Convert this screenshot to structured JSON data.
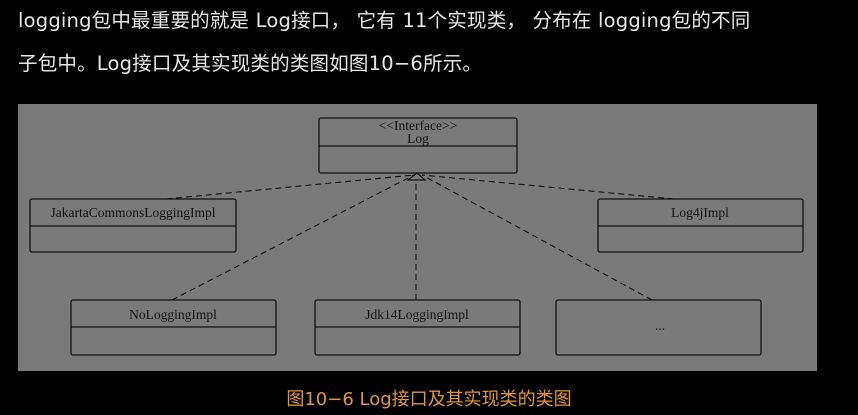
{
  "paragraph": {
    "line1": "logging包中最重要的就是 Log接口， 它有 11个实现类， 分布在 logging包的不同",
    "line2": "子包中。Log接口及其实现类的类图如图10−6所示。"
  },
  "diagram": {
    "interface_stereotype": "<<Interface>>",
    "interface_name": "Log",
    "classes": {
      "jakarta": "JakartaCommonsLoggingImpl",
      "log4j": "Log4jImpl",
      "nologging": "NoLoggingImpl",
      "jdk14": "Jdk14LoggingImpl",
      "more": "..."
    }
  },
  "caption": "图10−6 Log接口及其实现类的类图",
  "colors": {
    "background": "#000000",
    "body_text": "#e8e8e8",
    "caption_text": "#e0953c",
    "figure_background": "#7a7a7a"
  }
}
